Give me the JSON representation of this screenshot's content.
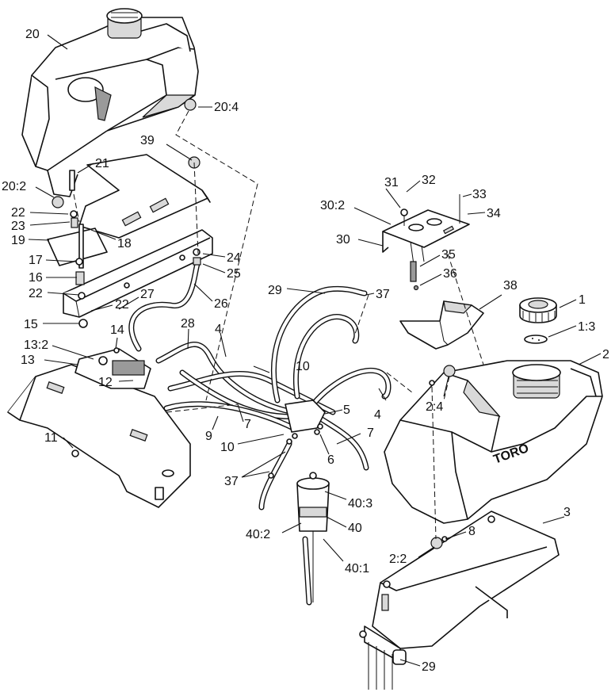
{
  "callouts": [
    {
      "id": "c20",
      "text": "20"
    },
    {
      "id": "c20_4",
      "text": "20:4"
    },
    {
      "id": "c39",
      "text": "39"
    },
    {
      "id": "c21",
      "text": "21"
    },
    {
      "id": "c20_2",
      "text": "20:2"
    },
    {
      "id": "c22a",
      "text": "22"
    },
    {
      "id": "c23",
      "text": "23"
    },
    {
      "id": "c19",
      "text": "19"
    },
    {
      "id": "c18",
      "text": "18"
    },
    {
      "id": "c17",
      "text": "17"
    },
    {
      "id": "c16",
      "text": "16"
    },
    {
      "id": "c22b",
      "text": "22"
    },
    {
      "id": "c24",
      "text": "24"
    },
    {
      "id": "c25",
      "text": "25"
    },
    {
      "id": "c26",
      "text": "26"
    },
    {
      "id": "c27",
      "text": "27"
    },
    {
      "id": "c22c",
      "text": "22"
    },
    {
      "id": "c15",
      "text": "15"
    },
    {
      "id": "c14",
      "text": "14"
    },
    {
      "id": "c28",
      "text": "28"
    },
    {
      "id": "c4a",
      "text": "4"
    },
    {
      "id": "c13_2",
      "text": "13:2"
    },
    {
      "id": "c13",
      "text": "13"
    },
    {
      "id": "c12",
      "text": "12"
    },
    {
      "id": "c11",
      "text": "11"
    },
    {
      "id": "c9",
      "text": "9"
    },
    {
      "id": "c7a",
      "text": "7"
    },
    {
      "id": "c10a",
      "text": "10"
    },
    {
      "id": "c10b",
      "text": "10"
    },
    {
      "id": "c29a",
      "text": "29"
    },
    {
      "id": "c37a",
      "text": "37"
    },
    {
      "id": "c37b",
      "text": "37"
    },
    {
      "id": "c31",
      "text": "31"
    },
    {
      "id": "c32",
      "text": "32"
    },
    {
      "id": "c30_2",
      "text": "30:2"
    },
    {
      "id": "c30",
      "text": "30"
    },
    {
      "id": "c33",
      "text": "33"
    },
    {
      "id": "c34",
      "text": "34"
    },
    {
      "id": "c35",
      "text": "35"
    },
    {
      "id": "c36",
      "text": "36"
    },
    {
      "id": "c38",
      "text": "38"
    },
    {
      "id": "c1",
      "text": "1"
    },
    {
      "id": "c1_3",
      "text": "1:3"
    },
    {
      "id": "c2",
      "text": "2"
    },
    {
      "id": "c2_4",
      "text": "2:4"
    },
    {
      "id": "c4b",
      "text": "4"
    },
    {
      "id": "c5",
      "text": "5"
    },
    {
      "id": "c6",
      "text": "6"
    },
    {
      "id": "c7b",
      "text": "7"
    },
    {
      "id": "c40_3",
      "text": "40:3"
    },
    {
      "id": "c40",
      "text": "40"
    },
    {
      "id": "c40_2",
      "text": "40:2"
    },
    {
      "id": "c40_1",
      "text": "40:1"
    },
    {
      "id": "c8",
      "text": "8"
    },
    {
      "id": "c2_2",
      "text": "2:2"
    },
    {
      "id": "c3",
      "text": "3"
    },
    {
      "id": "c29b",
      "text": "29"
    }
  ],
  "brand_mark": "TORO",
  "colors": {
    "line": "#111111",
    "background": "#ffffff",
    "shade": "#d9d9d9"
  }
}
